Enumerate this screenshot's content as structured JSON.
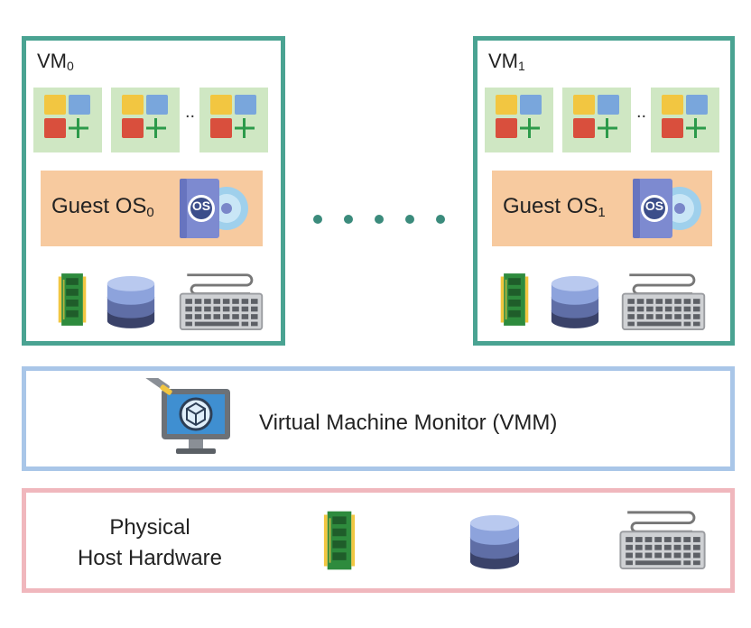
{
  "vms": [
    {
      "name_base": "VM",
      "name_sub": "0",
      "guest_base": "Guest OS",
      "guest_sub": "0",
      "os_badge": "OS"
    },
    {
      "name_base": "VM",
      "name_sub": "1",
      "guest_base": "Guest OS",
      "guest_sub": "1",
      "os_badge": "OS"
    }
  ],
  "vm_dots": "..",
  "vmm": {
    "label": "Virtual Machine Monitor (VMM)"
  },
  "physical": {
    "line1": "Physical",
    "line2": "Host Hardware"
  },
  "icons": [
    "app-grid-icon",
    "os-disc-icon",
    "ram-module-icon",
    "storage-cylinder-icon",
    "keyboard-icon",
    "vmm-monitor-icon"
  ],
  "colors": {
    "vm_border": "#4aa392",
    "vmm_border": "#a9c6e8",
    "physical_border": "#f0b7bd",
    "guest_os_fill": "#f7ca9f",
    "app_tile_fill": "#cfe7c3"
  }
}
